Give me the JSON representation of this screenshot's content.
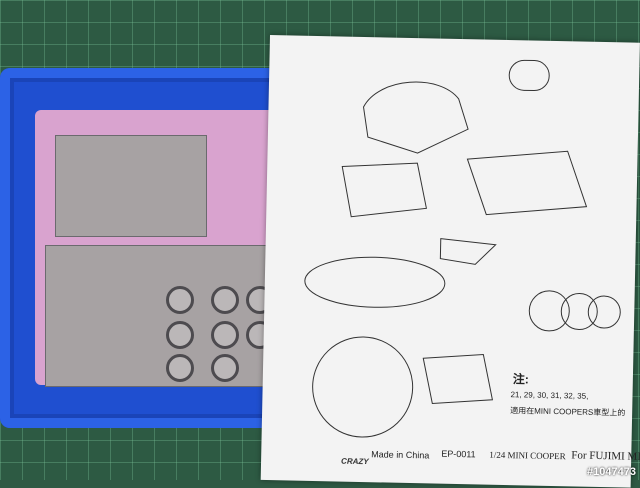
{
  "sheet": {
    "brand": "CRAZY",
    "made_in": "Made in China",
    "code": "EP-0011",
    "model": "1/24 MINI COOPER",
    "fujimi": "For FUJIMI MI",
    "note_head": "注:",
    "note_nums": "21, 29, 30, 31, 32, 35,",
    "note_line": "適用在MINI COOPERS車型上的"
  },
  "watermark": "#1047473"
}
